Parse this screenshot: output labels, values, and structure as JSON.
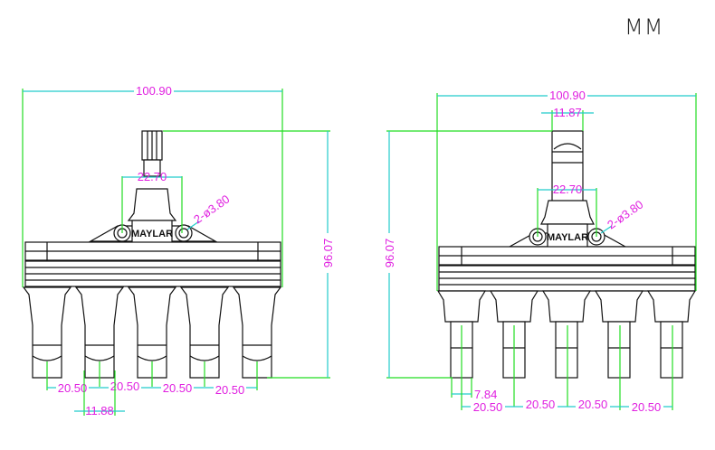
{
  "unit": "MM",
  "colors": {
    "dimension_text": "#e020e0",
    "extension_line": "#22dd22",
    "dimension_line": "#22cccc",
    "outline": "#111111"
  },
  "views": [
    {
      "name": "left-view",
      "brand": "MAYLAR",
      "dimensions": {
        "overall_width": "100.90",
        "overall_height": "96.07",
        "hole_spacing": "22.70",
        "holes": "2-ø3.80",
        "pitch": [
          "20.50",
          "20.50",
          "20.50",
          "20.50"
        ],
        "connector_width": "11.88"
      }
    },
    {
      "name": "right-view",
      "brand": "MAYLAR",
      "dimensions": {
        "overall_width": "100.90",
        "top_width": "11.87",
        "overall_height": "96.07",
        "hole_spacing": "22.70",
        "holes": "2-ø3.80",
        "pin_width": "7.84",
        "pitch": [
          "20.50",
          "20.50",
          "20.50",
          "20.50"
        ]
      }
    }
  ]
}
